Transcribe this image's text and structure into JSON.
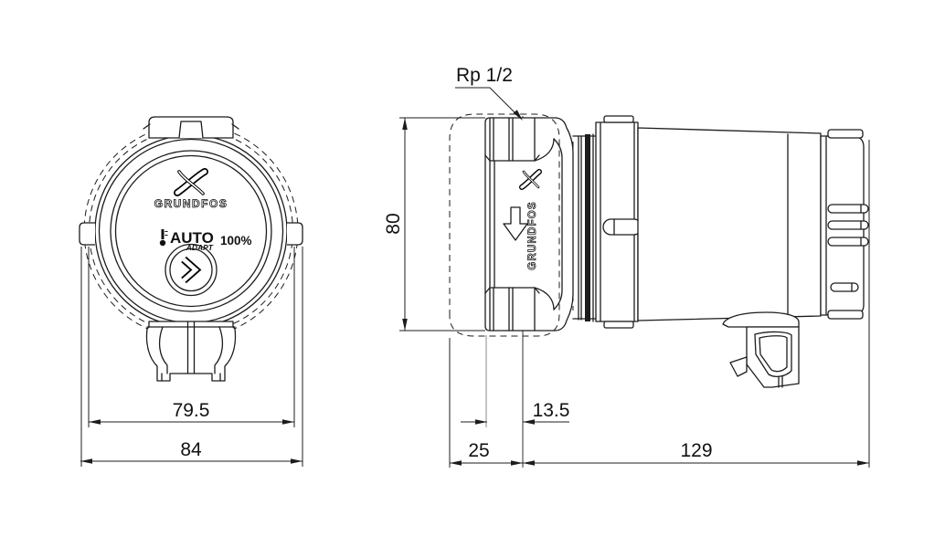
{
  "drawing": {
    "type": "technical-dimension-drawing",
    "product": "Grundfos circulator pump",
    "colors": {
      "background": "#ffffff",
      "line": "#1c1c1c",
      "extension_gray": "#9c9c9c"
    },
    "front_view": {
      "brand": "GRUNDFOS",
      "panel": {
        "mode": "AUTO",
        "mode_sub": "ADAPT",
        "capacity": "100%"
      },
      "dimensions": {
        "housing_width": "79.5",
        "overall_width": "84"
      }
    },
    "side_view": {
      "brand": "GRUNDFOS",
      "port_thread": "Rp 1/2",
      "dimensions": {
        "port_to_port_height": "80",
        "flange_face_to_axis": "13.5",
        "housing_front_to_axis": "25",
        "axis_to_motor_end": "129"
      }
    }
  }
}
